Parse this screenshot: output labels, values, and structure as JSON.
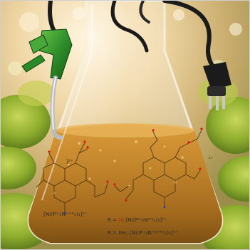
{
  "labels": {
    "complex_a": "[Ni(Pᶜʸ₂Nᶜᵒᵒᴴ₂)₂]²⁺",
    "complex_b": "[Ni(Pᶜʸ₂Nᴬʳᵍ₂)₂]²⁺",
    "r_h_prefix": "R = ",
    "r_h_value": "H",
    "r_h_suffix": "; [Ni(Pᶜʸ₂Nᴬʳᵍ₂)₂]²⁺",
    "r_me_prefix": "R = Me; ",
    "r_me_suffix": "[Ni(Pᶜʸ₂Nᴬʳᵍᴼᴹᵉ₂)₂]²⁺",
    "charge_top": "]²⁺",
    "charge_right": "²⁺"
  },
  "colors": {
    "liquid": "#b4761f",
    "fuel_nozzle": "#2f8f2a",
    "plug": "#1b1b1b",
    "moss": "#8cab2c"
  },
  "icons": {
    "nozzle": "fuel-nozzle-icon",
    "plug": "electric-plug-icon",
    "flask": "erlenmeyer-flask-icon"
  }
}
